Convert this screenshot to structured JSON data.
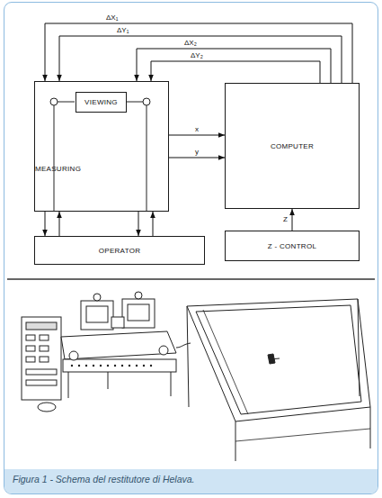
{
  "diagram": {
    "caption": "Figura 1 - Schema del restitutore di Helava.",
    "nodes": [
      {
        "text": [
          "MEASURING"
        ]
      },
      {
        "text": [
          "VIEWING"
        ],
        "in": 0
      },
      {
        "text": [
          "COMPUTER"
        ]
      },
      {
        "text": [
          "OPERATOR"
        ]
      },
      {
        "text": [
          "Z - CONTROL"
        ]
      }
    ],
    "edges": [
      {
        "from": 2,
        "to": 0,
        "arrow": "to",
        "label": "ΔX₁"
      },
      {
        "from": 2,
        "to": 0,
        "arrow": "to",
        "label": "ΔY₁"
      },
      {
        "from": 2,
        "to": 0,
        "arrow": "to",
        "label": "ΔX₂"
      },
      {
        "from": 2,
        "to": 0,
        "arrow": "to",
        "label": "ΔY₂"
      },
      {
        "from": 0,
        "to": 2,
        "arrow": "to",
        "label": "x"
      },
      {
        "from": 0,
        "to": 2,
        "arrow": "to",
        "label": "y"
      },
      {
        "from": 4,
        "to": 2,
        "arrow": "to",
        "label": "Z"
      },
      {
        "from": 0,
        "to": 3,
        "arrow": "to"
      },
      {
        "from": 3,
        "to": 0,
        "arrow": "to"
      },
      {
        "from": 0,
        "to": 3,
        "arrow": "to"
      },
      {
        "from": 3,
        "to": 0,
        "arrow": "to"
      }
    ]
  }
}
